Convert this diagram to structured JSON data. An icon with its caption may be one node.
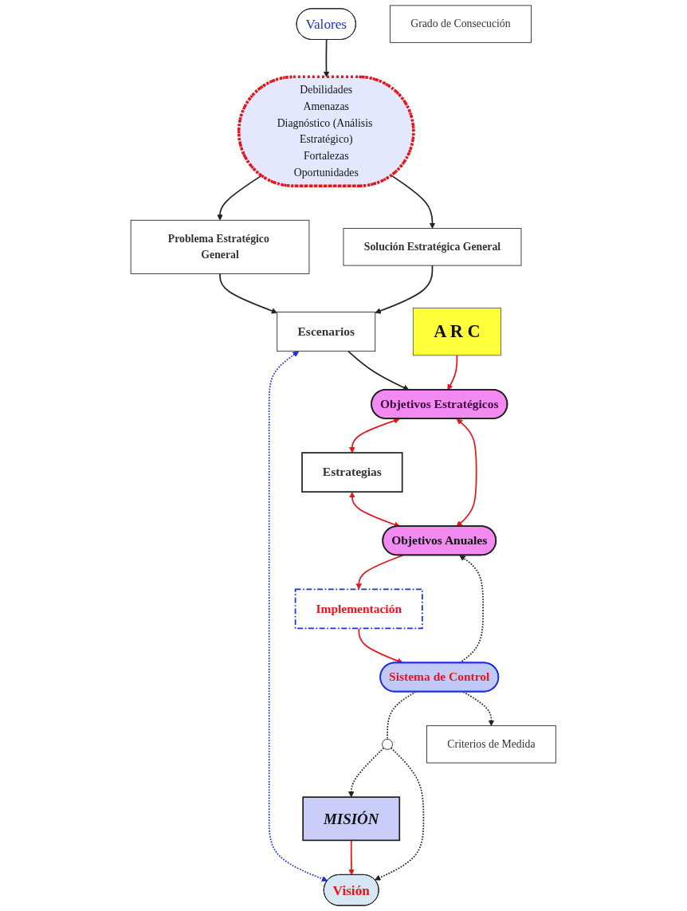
{
  "diagram": {
    "nodes": [
      {
        "text": [
          "MISIÓN"
        ]
      },
      {
        "text": [
          "Visión"
        ]
      },
      {
        "text": [
          "Valores"
        ]
      },
      {
        "text": [
          "Debilidades",
          "Amenazas",
          "Diagnóstico (Análisis Estratégico)",
          "Fortalezas",
          "Oportunidades"
        ]
      },
      {
        "text": [
          "Problema Estratégico General"
        ]
      },
      {
        "text": [
          "Solución Estratégica General"
        ]
      },
      {
        "text": [
          "Escenarios"
        ]
      },
      {
        "text": [
          "A R C"
        ]
      },
      {
        "text": [
          "Objetivos Estratégicos"
        ]
      },
      {
        "text": [
          "Grado de Consecución"
        ]
      },
      {
        "text": [
          "Estrategias"
        ]
      },
      {
        "text": [
          "Objetivos Anuales"
        ]
      },
      {
        "text": [
          "Criterios de Medida"
        ]
      },
      {
        "text": [
          "Implementación"
        ]
      },
      {
        "text": [
          "Sistema de Control"
        ]
      },
      {
        "text": [],
        "shape": "circle"
      }
    ],
    "edges": [
      {
        "from": 0,
        "to": 1,
        "arrow": "to",
        "color": "#e8141b"
      },
      {
        "from": 2,
        "to": 3,
        "arrow": "to"
      },
      {
        "from": 3,
        "to": 4,
        "arrow": "to"
      },
      {
        "from": 3,
        "to": 5,
        "arrow": "to"
      },
      {
        "from": 4,
        "to": 6,
        "arrow": "to"
      },
      {
        "from": 5,
        "to": 6,
        "arrow": "to"
      },
      {
        "from": 6,
        "to": 1,
        "arrow": "both",
        "style": "dashed",
        "color": "#1a2ee8"
      },
      {
        "from": 6,
        "to": 8,
        "arrow": "to"
      },
      {
        "from": 7,
        "to": 8,
        "arrow": "to",
        "color": "#e8141b"
      },
      {
        "from": 8,
        "to": 10,
        "arrow": "both",
        "color": "#e8141b"
      },
      {
        "from": 8,
        "to": 11,
        "arrow": "both",
        "color": "#e8141b"
      },
      {
        "from": 10,
        "to": 11,
        "arrow": "both",
        "color": "#e8141b"
      },
      {
        "from": 11,
        "to": 13,
        "arrow": "to",
        "color": "#e8141b"
      },
      {
        "from": 13,
        "to": 14,
        "arrow": "to",
        "color": "#e8141b"
      },
      {
        "from": 14,
        "to": 15,
        "arrow": "none",
        "style": "dashed"
      },
      {
        "from": 15,
        "to": 0,
        "arrow": "to",
        "style": "dashed"
      },
      {
        "from": 15,
        "to": 1,
        "arrow": "to",
        "style": "dashed"
      },
      {
        "from": 14,
        "to": 11,
        "arrow": "to",
        "style": "dashed"
      },
      {
        "from": 14,
        "to": 12,
        "arrow": "to",
        "style": "dashed"
      }
    ]
  }
}
